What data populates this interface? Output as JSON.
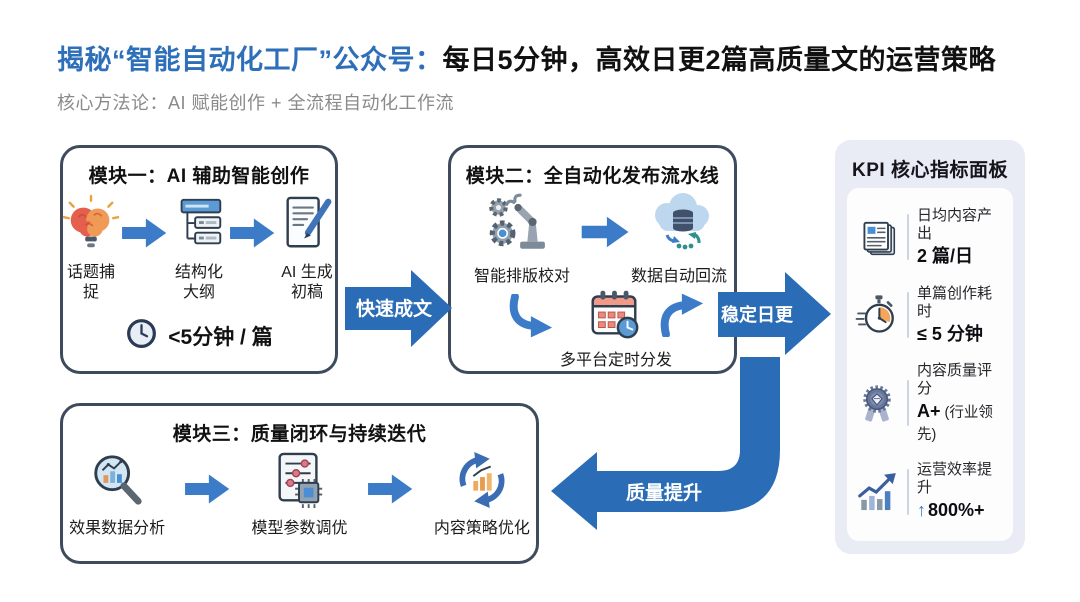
{
  "header": {
    "title_highlight": "揭秘“智能自动化工厂”公众号：",
    "title_rest": "每日5分钟，高效日更2篇高质量文的运营策略",
    "subtitle": "核心方法论：AI 赋能创作 + 全流程自动化工作流"
  },
  "module1": {
    "title": "模块一：AI 辅助智能创作",
    "steps": [
      {
        "icon": "brain-bulb-icon",
        "label": "话题捕捉"
      },
      {
        "icon": "outline-tree-icon",
        "label": "结构化大纲"
      },
      {
        "icon": "document-pen-icon",
        "label": "AI 生成初稿"
      }
    ],
    "metric": "<5分钟 / 篇"
  },
  "module2": {
    "title": "模块二：全自动化发布流水线",
    "steps": [
      {
        "icon": "robot-gears-icon",
        "label": "智能排版校对"
      },
      {
        "icon": "cloud-database-icon",
        "label": "数据自动回流"
      },
      {
        "icon": "calendar-clock-icon",
        "label": "多平台定时分发"
      }
    ]
  },
  "module3": {
    "title": "模块三：质量闭环与持续迭代",
    "steps": [
      {
        "icon": "magnifier-chart-icon",
        "label": "效果数据分析"
      },
      {
        "icon": "sliders-chip-icon",
        "label": "模型参数调优"
      },
      {
        "icon": "cycle-chart-icon",
        "label": "内容策略优化"
      }
    ]
  },
  "flow": {
    "fast_label": "快速成文",
    "stable_label": "稳定日更",
    "quality_label": "质量提升"
  },
  "kpi": {
    "title": "KPI 核心指标面板",
    "items": [
      {
        "icon": "stacked-docs-icon",
        "label": "日均内容产出",
        "value": "2 篇/日"
      },
      {
        "icon": "stopwatch-icon",
        "label": "单篇创作耗时",
        "value": "≤ 5 分钟"
      },
      {
        "icon": "medal-icon",
        "label": "内容质量评分",
        "value": "A+",
        "value_suffix": " (行业领先)"
      },
      {
        "icon": "growth-chart-icon",
        "label": "运营效率提升",
        "value_prefix": "↑",
        "value": "800%+"
      }
    ]
  },
  "colors": {
    "accent_blue": "#2a6cb5",
    "title_blue": "#2e6fba",
    "border_dark": "#3d4b5c",
    "kpi_panel_bg": "#e9ebf5"
  }
}
